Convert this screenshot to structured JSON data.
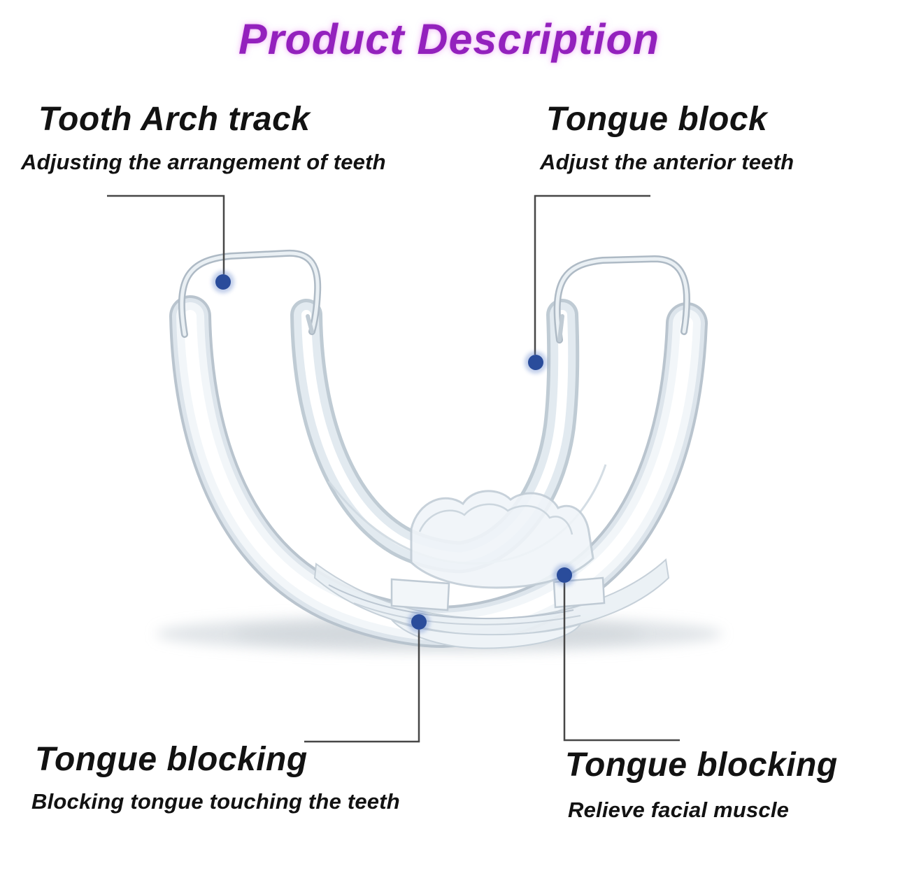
{
  "title": "Product Description",
  "colors": {
    "title_purple": "#9321bd",
    "dot_blue": "#2a4c9b",
    "line_gray": "#474747"
  },
  "callouts": {
    "top_left": {
      "heading": "Tooth Arch track",
      "subheading": "Adjusting the arrangement of teeth"
    },
    "top_right": {
      "heading": "Tongue block",
      "subheading": "Adjust the anterior teeth"
    },
    "bottom_left": {
      "heading": "Tongue blocking",
      "subheading": "Blocking tongue touching the teeth"
    },
    "bottom_right": {
      "heading": "Tongue blocking",
      "subheading": "Relieve facial muscle"
    }
  }
}
